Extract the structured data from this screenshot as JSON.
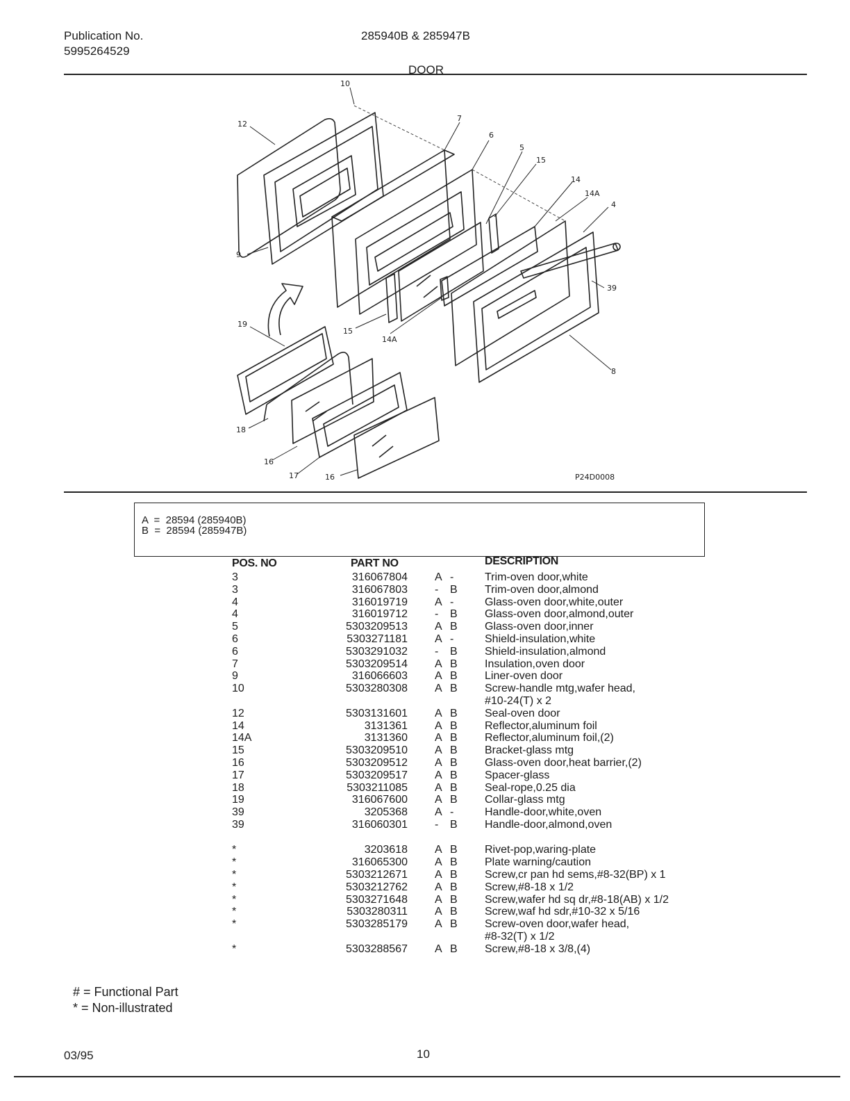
{
  "header": {
    "publication_label": "Publication No.",
    "publication_number": "5995264529",
    "models": "285940B & 285947B",
    "section": "DOOR"
  },
  "diagram": {
    "code": "P24D0008",
    "callouts": [
      "10",
      "12",
      "7",
      "6",
      "5",
      "15",
      "14",
      "14A",
      "4",
      "9",
      "39",
      "19",
      "15",
      "14A",
      "8",
      "18",
      "16",
      "17",
      "16"
    ]
  },
  "legend": {
    "lines": [
      "A  =  28594 (285940B)",
      "B  =  28594 (285947B)"
    ]
  },
  "table": {
    "headers": {
      "pos": "POS. NO",
      "part": "PART NO",
      "desc": "DESCRIPTION"
    },
    "rows": [
      {
        "pos": "3",
        "part": "316067804",
        "a": "A",
        "b": "-",
        "desc": "Trim-oven door,white"
      },
      {
        "pos": "3",
        "part": "316067803",
        "a": "-",
        "b": "B",
        "desc": "Trim-oven door,almond"
      },
      {
        "pos": "4",
        "part": "316019719",
        "a": "A",
        "b": "-",
        "desc": "Glass-oven door,white,outer"
      },
      {
        "pos": "4",
        "part": "316019712",
        "a": "-",
        "b": "B",
        "desc": "Glass-oven door,almond,outer"
      },
      {
        "pos": "5",
        "part": "5303209513",
        "a": "A",
        "b": "B",
        "desc": "Glass-oven door,inner"
      },
      {
        "pos": "6",
        "part": "5303271181",
        "a": "A",
        "b": "-",
        "desc": "Shield-insulation,white"
      },
      {
        "pos": "6",
        "part": "5303291032",
        "a": "-",
        "b": "B",
        "desc": "Shield-insulation,almond"
      },
      {
        "pos": "7",
        "part": "5303209514",
        "a": "A",
        "b": "B",
        "desc": "Insulation,oven door"
      },
      {
        "pos": "9",
        "part": "316066603",
        "a": "A",
        "b": "B",
        "desc": "Liner-oven door"
      },
      {
        "pos": "10",
        "part": "5303280308",
        "a": "A",
        "b": "B",
        "desc": "Screw-handle mtg,wafer head,",
        "desc2": "#10-24(T) x 2"
      },
      {
        "pos": "12",
        "part": "5303131601",
        "a": "A",
        "b": "B",
        "desc": "Seal-oven door"
      },
      {
        "pos": "14",
        "part": "3131361",
        "a": "A",
        "b": "B",
        "desc": "Reflector,aluminum foil"
      },
      {
        "pos": "14A",
        "part": "3131360",
        "a": "A",
        "b": "B",
        "desc": "Reflector,aluminum foil,(2)"
      },
      {
        "pos": "15",
        "part": "5303209510",
        "a": "A",
        "b": "B",
        "desc": "Bracket-glass mtg"
      },
      {
        "pos": "16",
        "part": "5303209512",
        "a": "A",
        "b": "B",
        "desc": "Glass-oven door,heat barrier,(2)"
      },
      {
        "pos": "17",
        "part": "5303209517",
        "a": "A",
        "b": "B",
        "desc": "Spacer-glass"
      },
      {
        "pos": "18",
        "part": "5303211085",
        "a": "A",
        "b": "B",
        "desc": "Seal-rope,0.25 dia"
      },
      {
        "pos": "19",
        "part": "316067600",
        "a": "A",
        "b": "B",
        "desc": "Collar-glass mtg"
      },
      {
        "pos": "39",
        "part": "3205368",
        "a": "A",
        "b": "-",
        "desc": "Handle-door,white,oven"
      },
      {
        "pos": "39",
        "part": "316060301",
        "a": "-",
        "b": "B",
        "desc": "Handle-door,almond,oven"
      },
      {
        "pos": "*",
        "part": "3203618",
        "a": "A",
        "b": "B",
        "desc": "Rivet-pop,waring-plate"
      },
      {
        "pos": "*",
        "part": "316065300",
        "a": "A",
        "b": "B",
        "desc": "Plate warning/caution"
      },
      {
        "pos": "*",
        "part": "5303212671",
        "a": "A",
        "b": "B",
        "desc": "Screw,cr pan hd sems,#8-32(BP) x 1"
      },
      {
        "pos": "*",
        "part": "5303212762",
        "a": "A",
        "b": "B",
        "desc": "Screw,#8-18 x 1/2"
      },
      {
        "pos": "*",
        "part": "5303271648",
        "a": "A",
        "b": "B",
        "desc": "Screw,wafer hd sq dr,#8-18(AB) x 1/2"
      },
      {
        "pos": "*",
        "part": "5303280311",
        "a": "A",
        "b": "B",
        "desc": "Screw,waf hd sdr,#10-32 x 5/16"
      },
      {
        "pos": "*",
        "part": "5303285179",
        "a": "A",
        "b": "B",
        "desc": "Screw-oven door,wafer head,",
        "desc2": "#8-32(T) x 1/2"
      },
      {
        "pos": "*",
        "part": "5303288567",
        "a": "A",
        "b": "B",
        "desc": "Screw,#8-18 x 3/8,(4)"
      }
    ]
  },
  "footnotes": [
    "# = Functional Part",
    "* = Non-illustrated"
  ],
  "footer": {
    "date": "03/95",
    "page": "10"
  }
}
